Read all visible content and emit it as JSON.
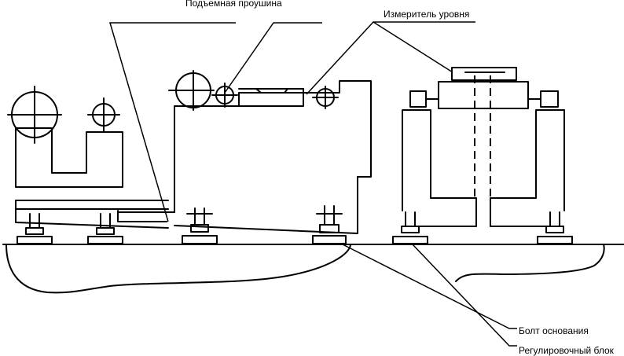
{
  "labels": {
    "lifting_lug": "Подъемная проушина",
    "level_gauge": "Измеритель уровня",
    "foundation_bolt": "Болт основания",
    "adjusting_block": "Регулировочный блок"
  }
}
